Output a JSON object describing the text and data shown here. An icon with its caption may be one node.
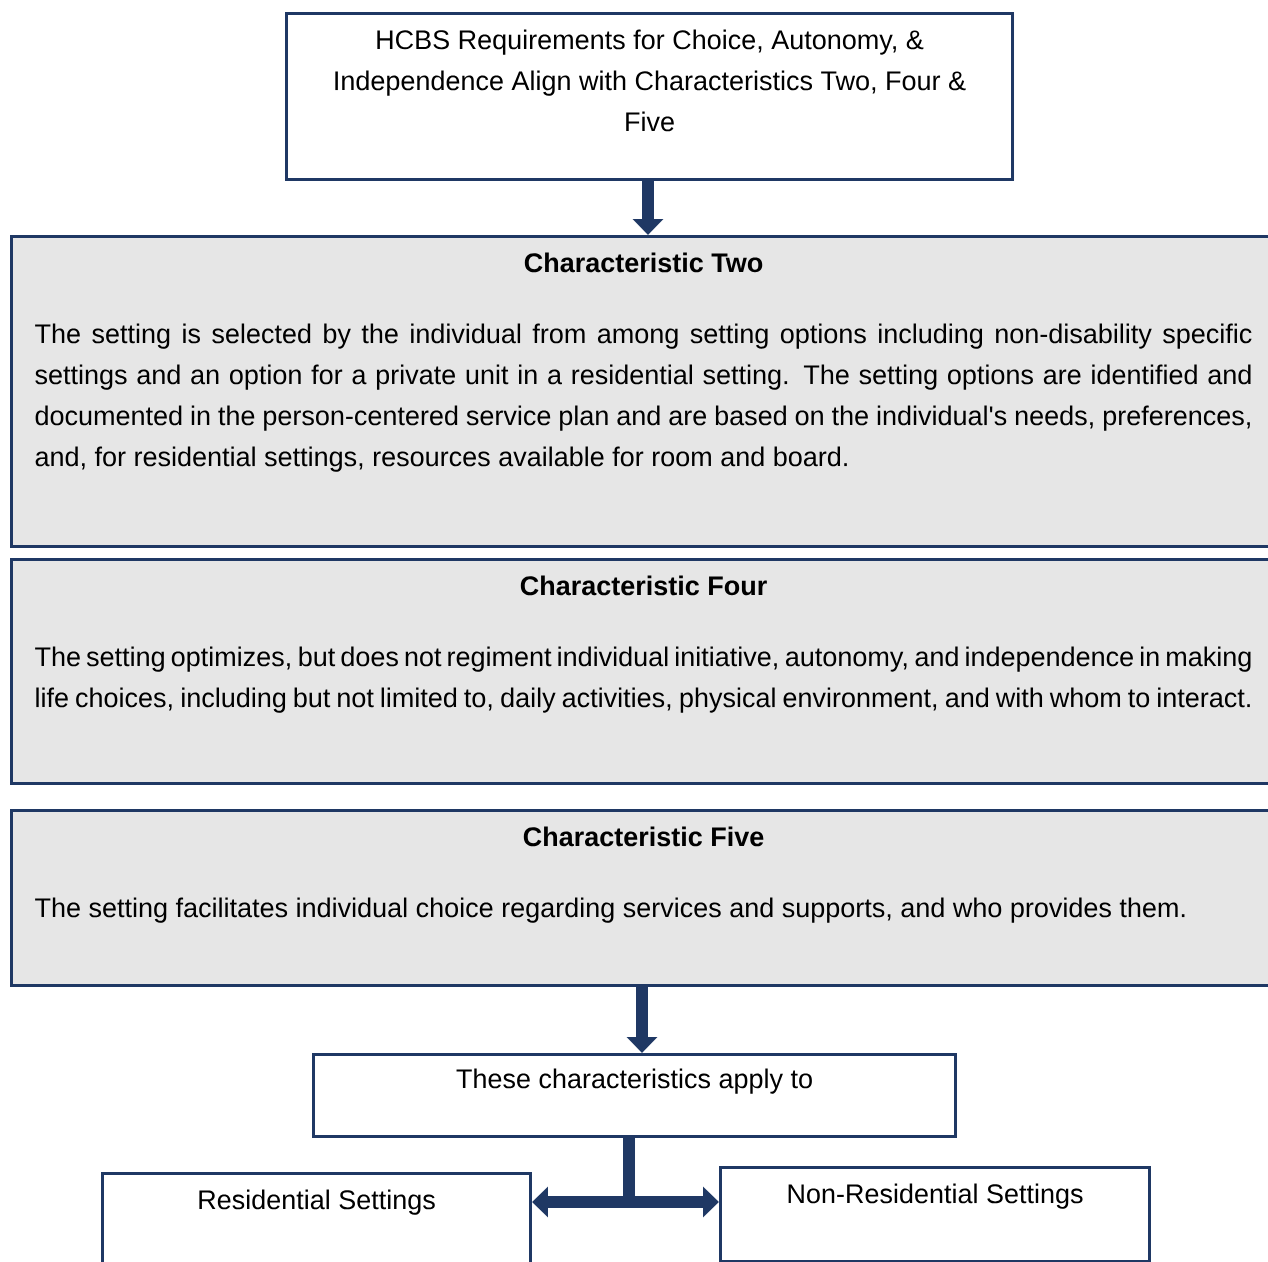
{
  "diagram": {
    "nodes": [
      {
        "text": [
          "HCBS Requirements for Choice, Autonomy, & Independence Align with Characteristics Two, Four & Five"
        ]
      },
      {
        "text": [
          "Characteristic Two",
          "The setting is selected by the individual from among setting options including non-disability specific settings and an option for a private unit in a residential setting. The setting options are identified and documented in the person-centered service plan and are based on the individual's needs, preferences, and, for residential settings, resources available for room and board."
        ]
      },
      {
        "text": [
          "Characteristic Four",
          "The setting optimizes, but does not regiment individual initiative, autonomy, and independence in making life choices, including but not limited to, daily activities, physical environment, and with whom to interact."
        ]
      },
      {
        "text": [
          "Characteristic Five",
          "The setting facilitates individual choice regarding services and supports, and who provides them."
        ]
      },
      {
        "text": [
          "These characteristics apply to"
        ]
      },
      {
        "text": [
          "Residential Settings"
        ]
      },
      {
        "text": [
          "Non-Residential Settings"
        ]
      }
    ],
    "edges": [
      {
        "from": 0,
        "to": 1,
        "arrow": "to"
      },
      {
        "from": 3,
        "to": 4,
        "arrow": "to"
      },
      {
        "from": 4,
        "to": 5,
        "arrow": "to"
      },
      {
        "from": 4,
        "to": 6,
        "arrow": "to"
      }
    ]
  }
}
